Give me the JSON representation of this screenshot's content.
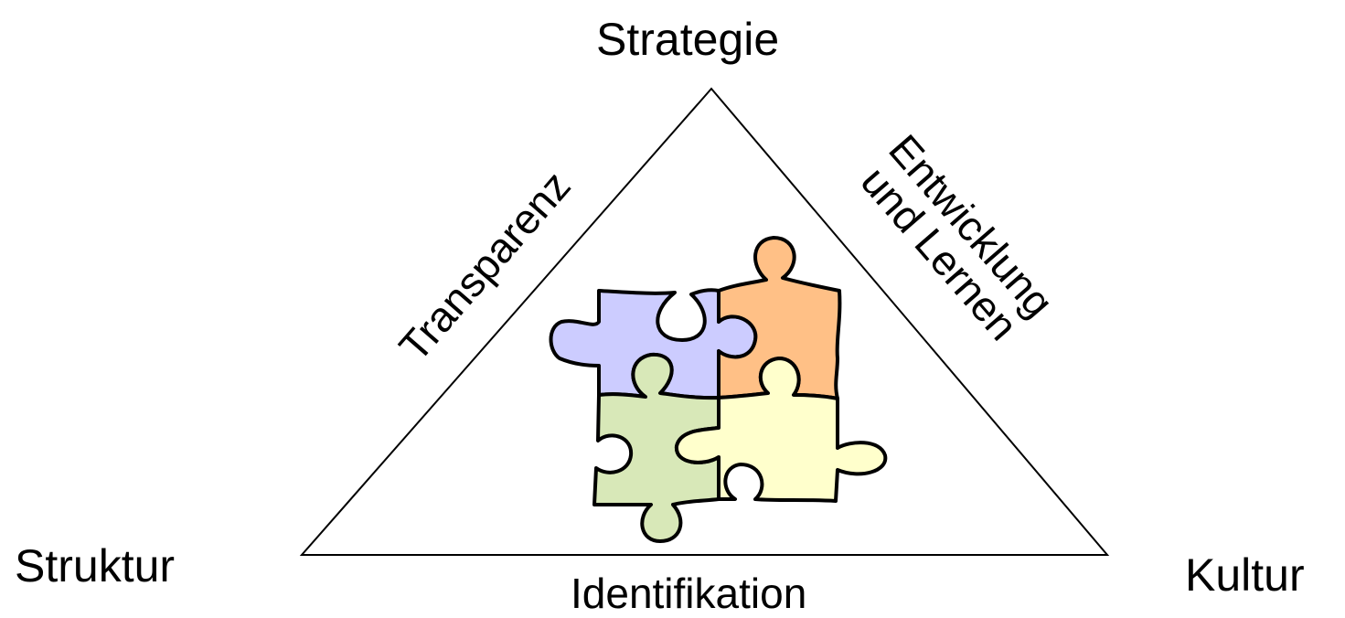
{
  "vertices": {
    "top": "Strategie",
    "left": "Struktur",
    "right": "Kultur"
  },
  "edges": {
    "left": "Transparenz",
    "right_line1": "Entwicklung",
    "right_line2": "und Lernen",
    "bottom": "Identifikation"
  },
  "center": {
    "pieces": [
      {
        "name": "top-left",
        "color": "#CCCCFF"
      },
      {
        "name": "top-right",
        "color": "#FFC086"
      },
      {
        "name": "bottom-left",
        "color": "#D8E8B8"
      },
      {
        "name": "bottom-right",
        "color": "#FFFFCC"
      }
    ]
  }
}
